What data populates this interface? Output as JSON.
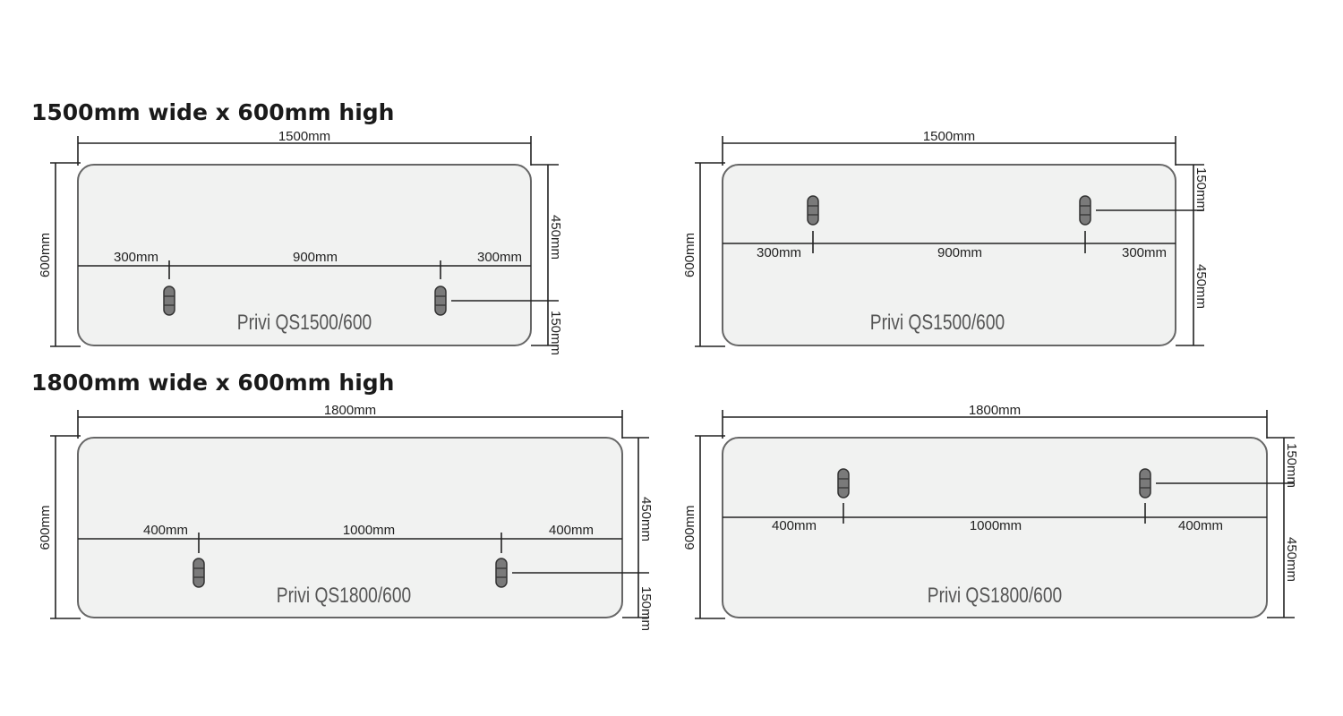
{
  "sections": [
    {
      "heading": "1500mm wide x 600mm high"
    },
    {
      "heading": "1800mm wide x 600mm high"
    }
  ],
  "panels": [
    {
      "model": "Privi QS1500/600",
      "width": "1500mm",
      "height": "600mm",
      "segments": [
        "300mm",
        "900mm",
        "300mm"
      ],
      "right_upper": "450mm",
      "right_lower": "150mm",
      "clamp_position": "low"
    },
    {
      "model": "Privi QS1500/600",
      "width": "1500mm",
      "height": "600mm",
      "segments": [
        "300mm",
        "900mm",
        "300mm"
      ],
      "right_upper": "150mm",
      "right_lower": "450mm",
      "clamp_position": "high"
    },
    {
      "model": "Privi QS1800/600",
      "width": "1800mm",
      "height": "600mm",
      "segments": [
        "400mm",
        "1000mm",
        "400mm"
      ],
      "right_upper": "450mm",
      "right_lower": "150mm",
      "clamp_position": "low"
    },
    {
      "model": "Privi QS1800/600",
      "width": "1800mm",
      "height": "600mm",
      "segments": [
        "400mm",
        "1000mm",
        "400mm"
      ],
      "right_upper": "150mm",
      "right_lower": "450mm",
      "clamp_position": "high"
    }
  ],
  "colors": {
    "panel_fill": "#f1f2f1",
    "clamp": "#7a7a7a",
    "line": "#222222"
  }
}
